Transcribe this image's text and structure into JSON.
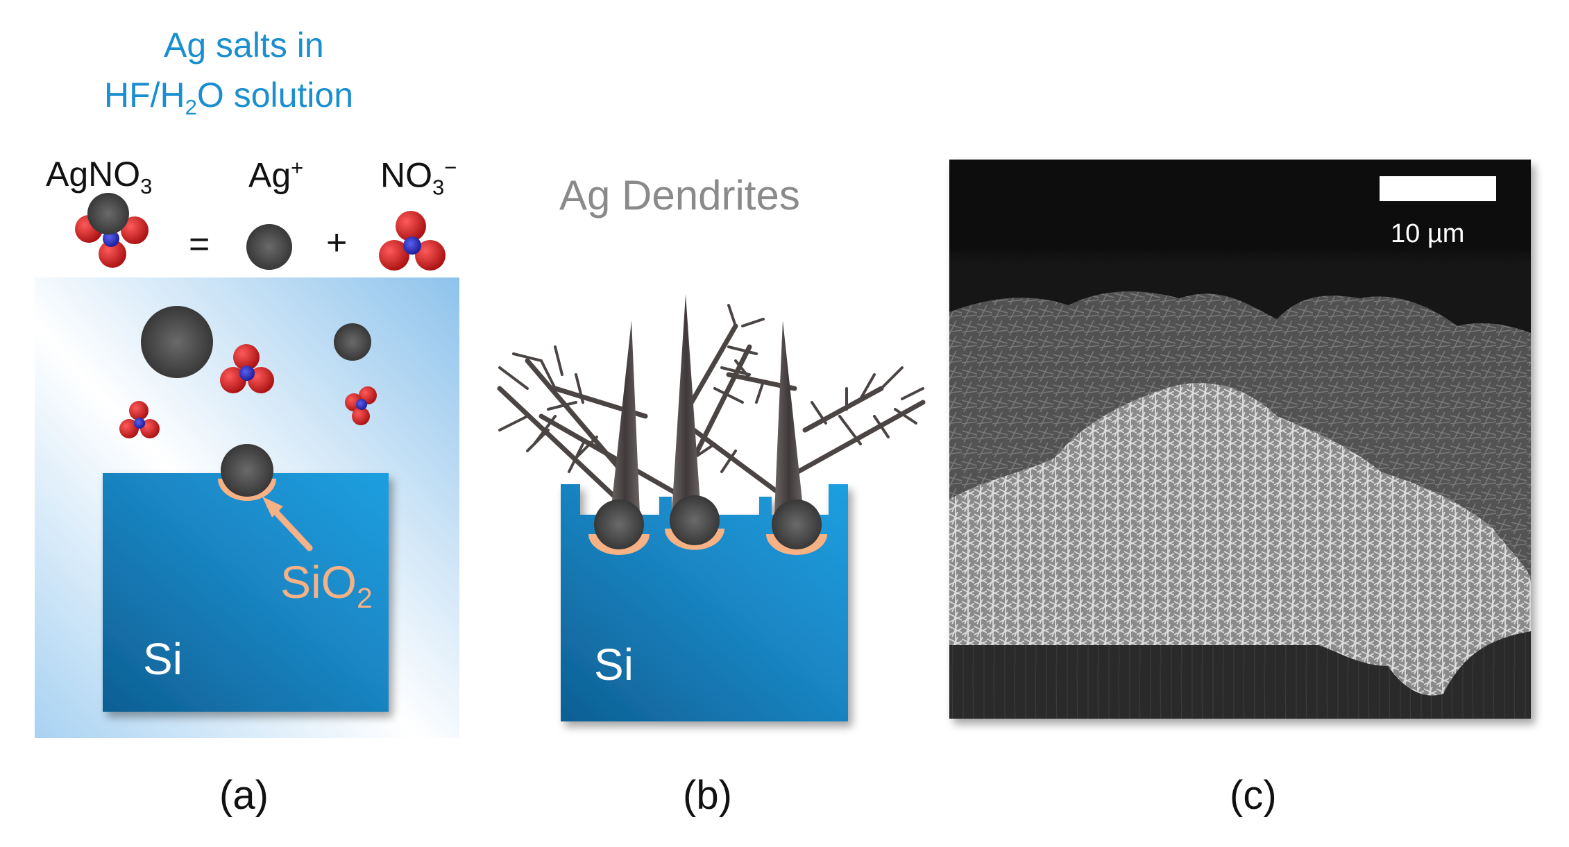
{
  "panel_a": {
    "title_line1": "Ag salts in",
    "title_line2_pre": "HF/H",
    "title_line2_sub": "2",
    "title_line2_post": "O solution",
    "agno3_base": "AgNO",
    "agno3_sub": "3",
    "ag_base": "Ag",
    "ag_sup": "+",
    "no3_base": "NO",
    "no3_sub": "3",
    "no3_sup": "−",
    "equals": "=",
    "plus": "+",
    "sio2_base": "SiO",
    "sio2_sub": "2",
    "si_label": "Si",
    "caption": "(a)"
  },
  "panel_b": {
    "title": "Ag Dendrites",
    "si_label": "Si",
    "caption": "(b)"
  },
  "panel_c": {
    "scale_label": "10 µm",
    "caption": "(c)"
  },
  "colors": {
    "title_blue": "#1a8fd0",
    "si_blue": "#1a86c4",
    "sio2_orange": "#f6b184",
    "ag_grey": "#4a4a4a",
    "oxygen_red": "#d81e1e",
    "nitrogen_blue": "#2b2fc0",
    "dendrite_grey": "#55504f"
  }
}
